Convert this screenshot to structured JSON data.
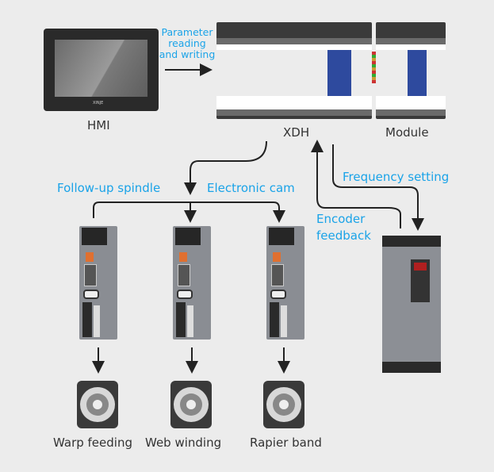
{
  "hmi": {
    "label": "HMI",
    "brand": "XINJE"
  },
  "link_hmi": {
    "lines": [
      "Parameter",
      "reading",
      "and writing"
    ]
  },
  "plc": {
    "label": "XDH"
  },
  "module": {
    "label": "Module"
  },
  "branches": {
    "left": "Follow-up spindle",
    "right": "Electronic cam"
  },
  "inverter_links": {
    "frequency": "Frequency setting",
    "encoder": [
      "Encoder",
      "feedback"
    ]
  },
  "motors": [
    {
      "label": "Warp feeding"
    },
    {
      "label": "Web winding"
    },
    {
      "label": "Rapier band"
    }
  ],
  "colors": {
    "accent": "#1aa3e8",
    "line": "#222222"
  }
}
